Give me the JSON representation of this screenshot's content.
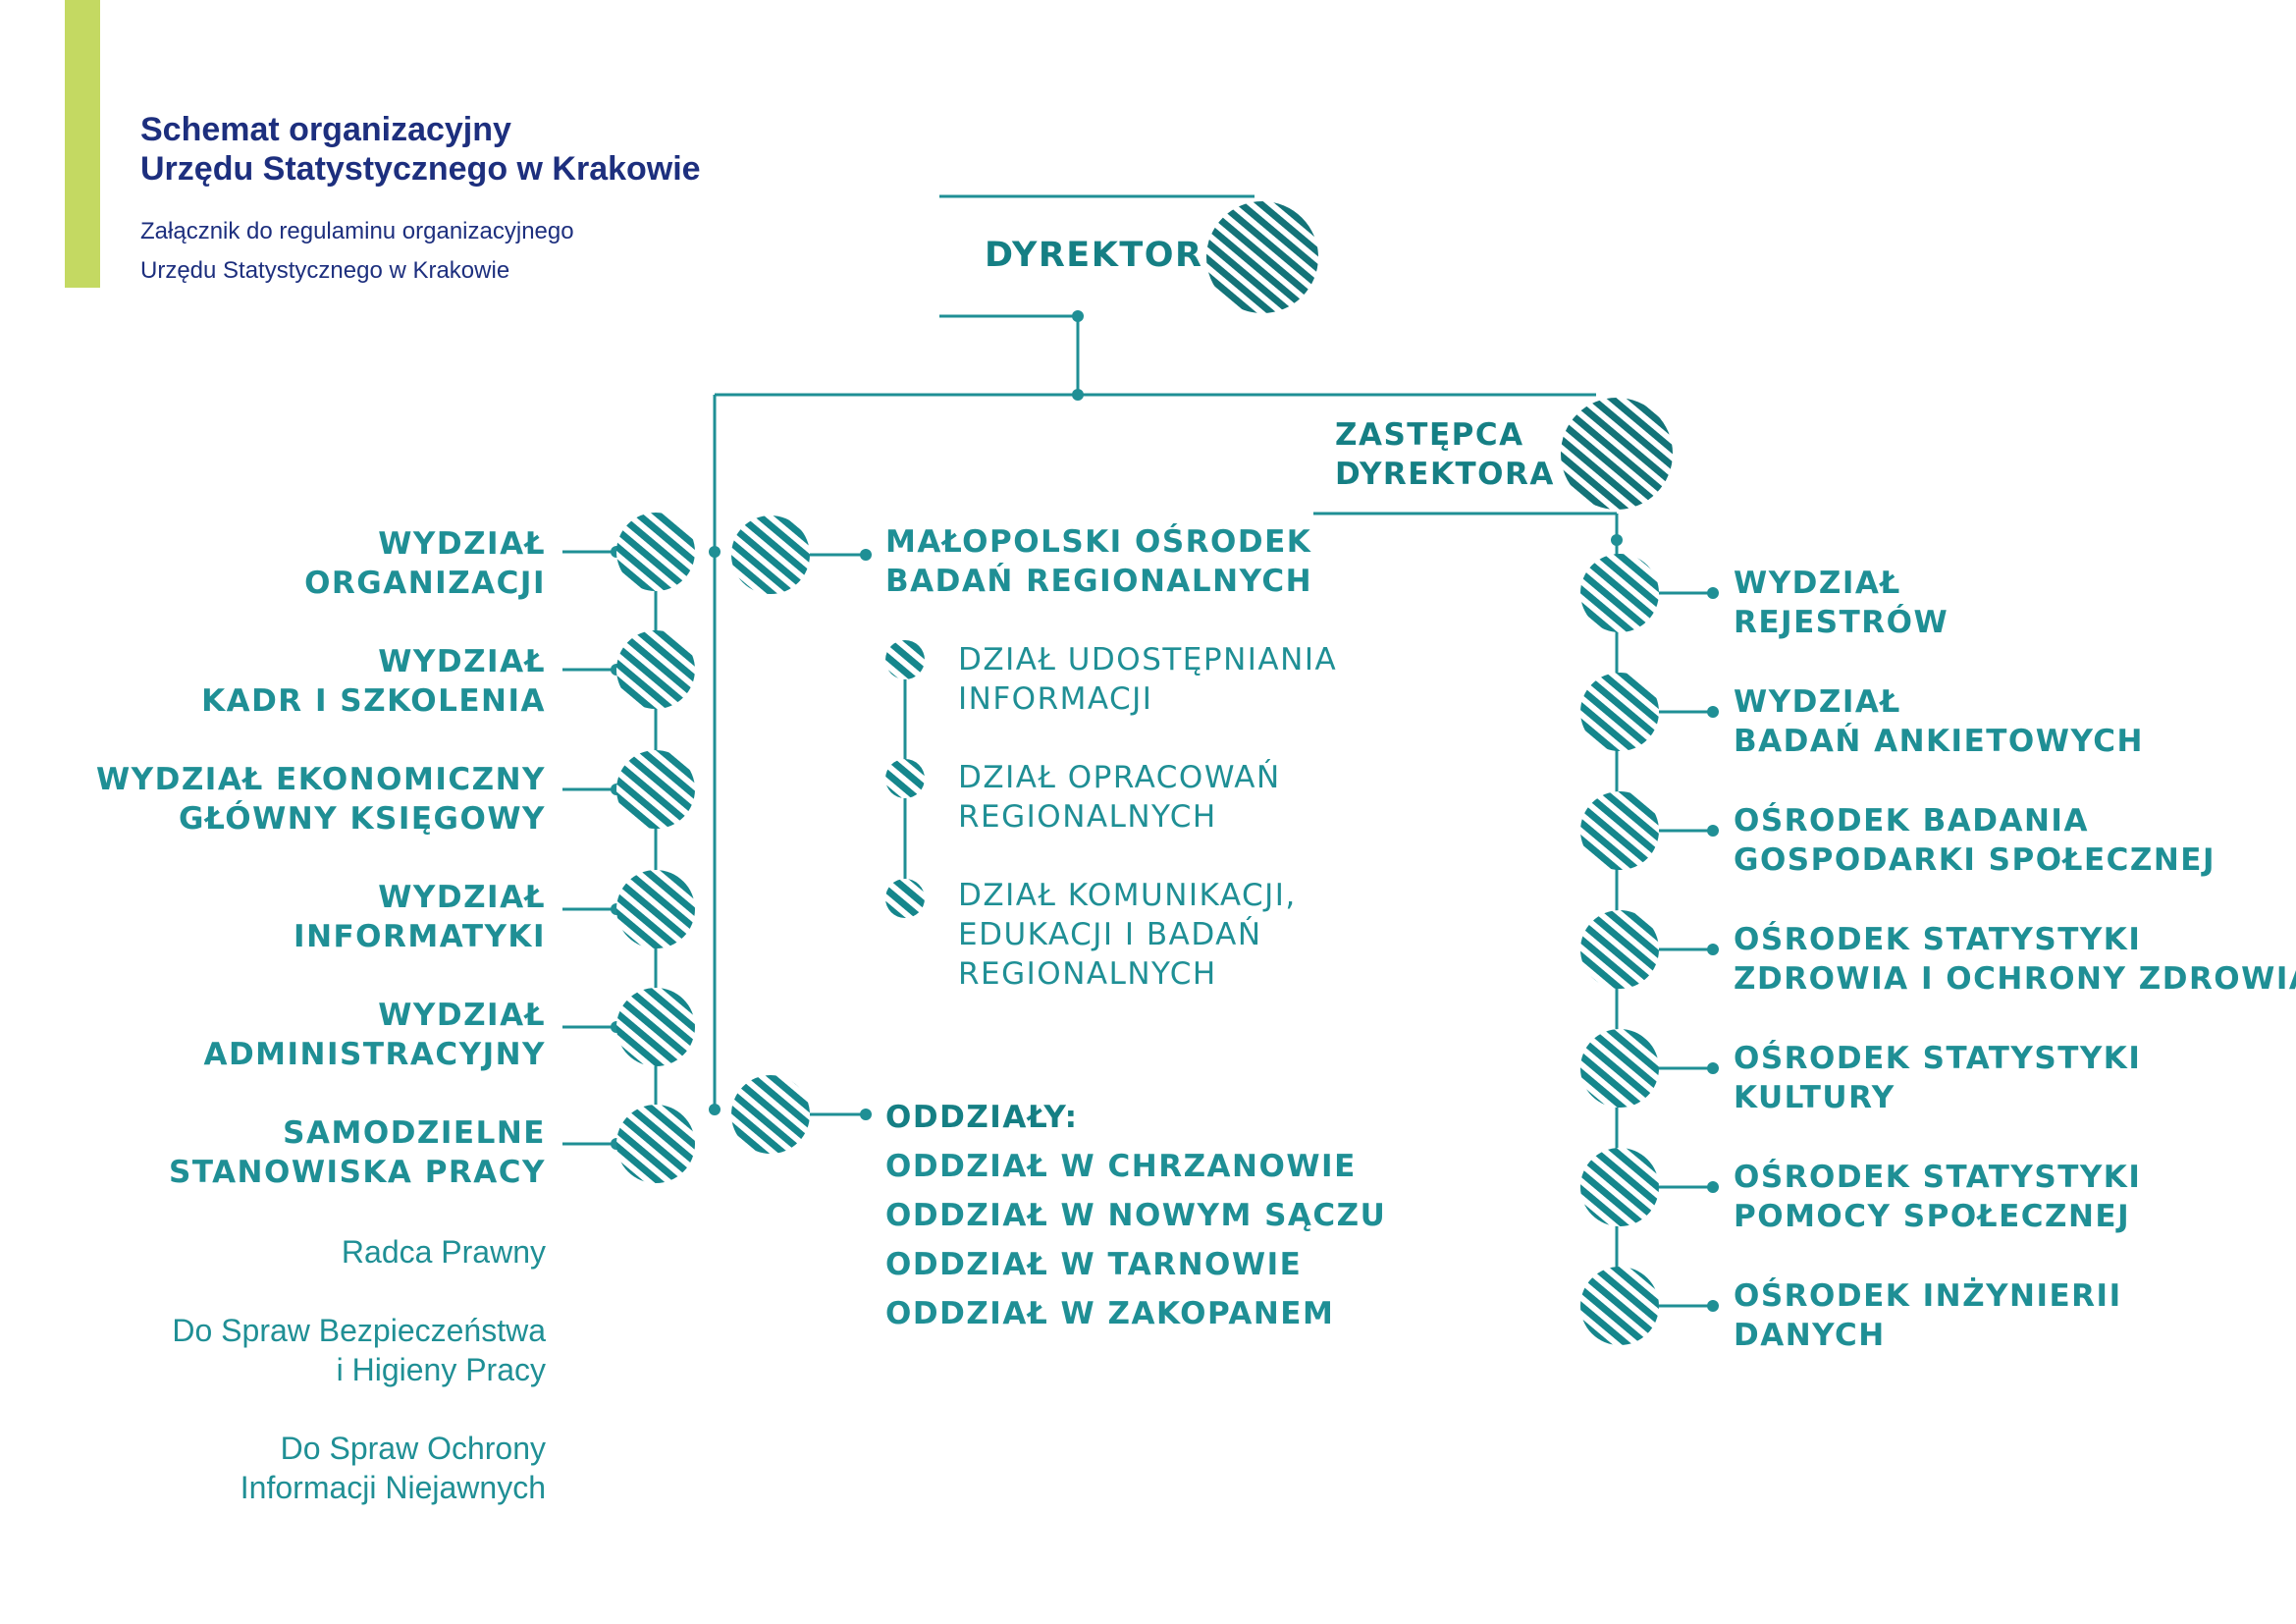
{
  "header": {
    "title": [
      "Schemat organizacyjny",
      "Urzędu Statystycznego w Krakowie"
    ],
    "subtitle": [
      "Załącznik do regulaminu organizacyjnego",
      "Urzędu Statystycznego w Krakowie"
    ]
  },
  "colors": {
    "accent": "#c4d962",
    "title": "#1d2f7e",
    "teal": "#1f8f95",
    "dark_teal": "#157f84"
  },
  "director": {
    "label": "DYREKTOR"
  },
  "deputy": {
    "label": [
      "ZASTĘPCA",
      "DYREKTORA"
    ]
  },
  "left_units": [
    {
      "lines": [
        "WYDZIAŁ",
        "ORGANIZACJI"
      ]
    },
    {
      "lines": [
        "WYDZIAŁ",
        "KADR I SZKOLENIA"
      ]
    },
    {
      "lines": [
        "WYDZIAŁ EKONOMICZNY",
        "GŁÓWNY KSIĘGOWY"
      ]
    },
    {
      "lines": [
        "WYDZIAŁ",
        "INFORMATYKI"
      ]
    },
    {
      "lines": [
        "WYDZIAŁ",
        "ADMINISTRACYJNY"
      ]
    },
    {
      "lines": [
        "SAMODZIELNE",
        "STANOWISKA PRACY"
      ]
    }
  ],
  "positions": [
    {
      "lines": [
        "Radca Prawny"
      ]
    },
    {
      "lines": [
        "Do Spraw Bezpieczeństwa",
        "i Higieny Pracy"
      ]
    },
    {
      "lines": [
        "Do Spraw Ochrony",
        "Informacji Niejawnych"
      ]
    }
  ],
  "center": {
    "center_unit": [
      "MAŁOPOLSKI OŚRODEK",
      "BADAŃ REGIONALNYCH"
    ],
    "departments": [
      {
        "lines": [
          "DZIAŁ UDOSTĘPNIANIA",
          "INFORMACJI"
        ]
      },
      {
        "lines": [
          "DZIAŁ OPRACOWAŃ",
          "REGIONALNYCH"
        ]
      },
      {
        "lines": [
          "DZIAŁ KOMUNIKACJI,",
          "EDUKACJI I BADAŃ",
          "REGIONALNYCH"
        ]
      }
    ],
    "branches_title": "ODDZIAŁY:",
    "branches": [
      "ODDZIAŁ W CHRZANOWIE",
      "ODDZIAŁ W NOWYM SĄCZU",
      "ODDZIAŁ W TARNOWIE",
      "ODDZIAŁ W ZAKOPANEM"
    ]
  },
  "right_units": [
    {
      "lines": [
        "WYDZIAŁ",
        "REJESTRÓW"
      ]
    },
    {
      "lines": [
        "WYDZIAŁ",
        "BADAŃ ANKIETOWYCH"
      ]
    },
    {
      "lines": [
        "OŚRODEK BADANIA",
        "GOSPODARKI SPOŁECZNEJ"
      ]
    },
    {
      "lines": [
        "OŚRODEK STATYSTYKI",
        "ZDROWIA I OCHRONY ZDROWIA"
      ]
    },
    {
      "lines": [
        "OŚRODEK STATYSTYKI",
        "KULTURY"
      ]
    },
    {
      "lines": [
        "OŚRODEK STATYSTYKI",
        "POMOCY SPOŁECZNEJ"
      ]
    },
    {
      "lines": [
        "OŚRODEK INŻYNIERII",
        "DANYCH"
      ]
    }
  ]
}
